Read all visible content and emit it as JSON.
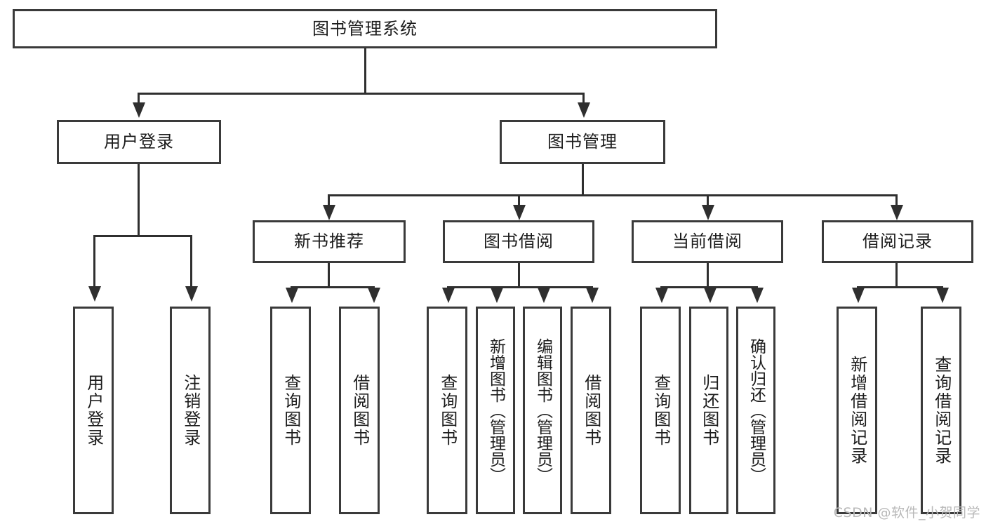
{
  "diagram": {
    "title": "图书管理系统",
    "type": "tree-hierarchy-chart",
    "root": {
      "label": "图书管理系统"
    },
    "level2": [
      {
        "label": "用户登录"
      },
      {
        "label": "图书管理"
      }
    ],
    "level3": [
      {
        "label": "新书推荐"
      },
      {
        "label": "图书借阅"
      },
      {
        "label": "当前借阅"
      },
      {
        "label": "借阅记录"
      }
    ],
    "leaves": {
      "user_login": [
        {
          "label": "用户登录"
        },
        {
          "label": "注销登录"
        }
      ],
      "new_book_recommend": [
        {
          "label": "查询图书"
        },
        {
          "label": "借阅图书"
        }
      ],
      "book_borrow": [
        {
          "label": "查询图书"
        },
        {
          "label": "新增图书（管理员）"
        },
        {
          "label": "编辑图书（管理员）"
        },
        {
          "label": "借阅图书"
        }
      ],
      "current_borrow": [
        {
          "label": "查询图书"
        },
        {
          "label": "归还图书"
        },
        {
          "label": "确认归还（管理员）"
        }
      ],
      "borrow_record": [
        {
          "label": "新增借阅记录"
        },
        {
          "label": "查询借阅记录"
        }
      ]
    }
  },
  "watermark": {
    "text": "CSDN @软件_小贺同学"
  },
  "colors": {
    "border": "#3a3a3a",
    "line": "#2f2f2f",
    "text": "#1c1c1c",
    "background": "#ffffff",
    "watermark": "#b9b9b9"
  }
}
